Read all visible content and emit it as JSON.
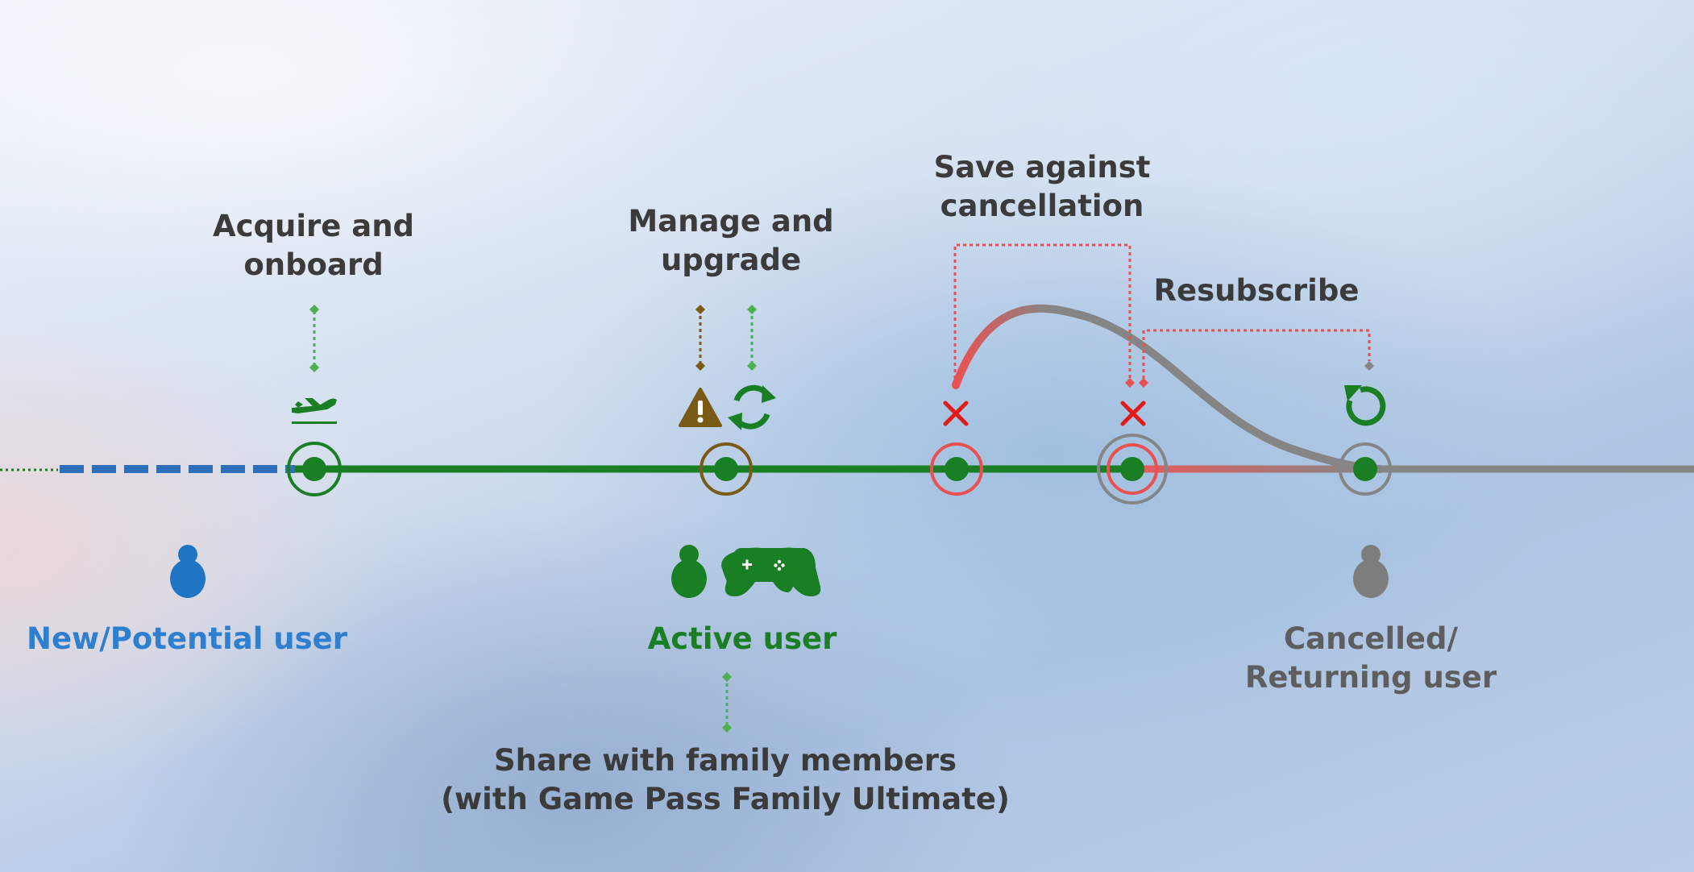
{
  "stages": {
    "acquire": "Acquire and\nonboard",
    "manage": "Manage and\nupgrade",
    "save": "Save against\ncancellation",
    "resubscribe": "Resubscribe",
    "share": "Share with family members\n(with Game Pass Family Ultimate)"
  },
  "segments": {
    "new_user": "New/Potential user",
    "active_user": "Active user",
    "cancelled_user": "Cancelled/\nReturning user"
  },
  "colors": {
    "new_user": "#2f7fd0",
    "active_user": "#1a7f24",
    "cancelled_user": "#5e5e5e",
    "cancel_red": "#ea5050",
    "warning_brown": "#7a5a17",
    "neutral_gray": "#858585"
  },
  "icons": {
    "acquire": "airplane-takeoff-icon",
    "warning": "warning-icon",
    "sync": "sync-icon",
    "cancel": "cancel-x-icon",
    "resubscribe": "refresh-icon",
    "person": "person-icon",
    "controller": "game-controller-icon"
  }
}
